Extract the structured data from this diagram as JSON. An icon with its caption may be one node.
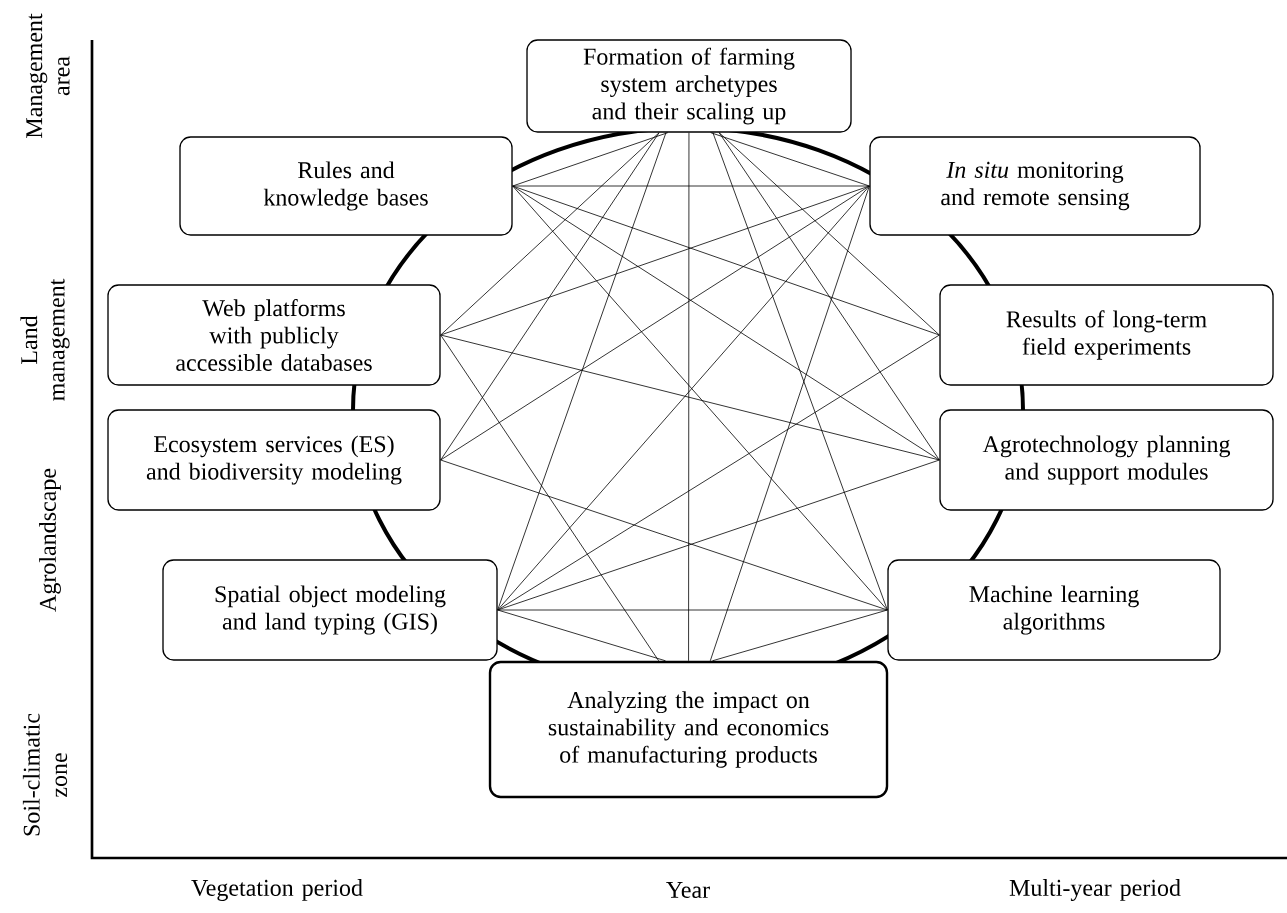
{
  "diagram": {
    "nodes": [
      {
        "text": [
          "Formation of farming system archetypes and their scaling up"
        ]
      },
      {
        "text": [
          "Rules and knowledge bases"
        ]
      },
      {
        "text": [
          "*In situ* monitoring and remote sensing"
        ]
      },
      {
        "text": [
          "Web platforms with publicly accessible databases"
        ]
      },
      {
        "text": [
          "Results of long-term field experiments"
        ]
      },
      {
        "text": [
          "Ecosystem services (ES) and biodiversity modeling"
        ]
      },
      {
        "text": [
          "Agrotechnology planning and support modules"
        ]
      },
      {
        "text": [
          "Spatial object modeling and land typing (GIS)"
        ]
      },
      {
        "text": [
          "Machine learning algorithms"
        ]
      },
      {
        "text": [
          "Analyzing the impact on sustainability and economics of manufacturing products"
        ]
      }
    ],
    "edges": [
      {
        "from": 0,
        "to": 1,
        "arrow": "none"
      },
      {
        "from": 0,
        "to": 2,
        "arrow": "none"
      },
      {
        "from": 0,
        "to": 3,
        "arrow": "none"
      },
      {
        "from": 0,
        "to": 4,
        "arrow": "none"
      },
      {
        "from": 0,
        "to": 5,
        "arrow": "none"
      },
      {
        "from": 0,
        "to": 6,
        "arrow": "none"
      },
      {
        "from": 0,
        "to": 7,
        "arrow": "none"
      },
      {
        "from": 0,
        "to": 8,
        "arrow": "none"
      },
      {
        "from": 0,
        "to": 9,
        "arrow": "none"
      },
      {
        "from": 1,
        "to": 2,
        "arrow": "none"
      },
      {
        "from": 1,
        "to": 4,
        "arrow": "none"
      },
      {
        "from": 1,
        "to": 6,
        "arrow": "none"
      },
      {
        "from": 1,
        "to": 8,
        "arrow": "none"
      },
      {
        "from": 2,
        "to": 3,
        "arrow": "none"
      },
      {
        "from": 2,
        "to": 5,
        "arrow": "none"
      },
      {
        "from": 2,
        "to": 7,
        "arrow": "none"
      },
      {
        "from": 2,
        "to": 9,
        "arrow": "none"
      },
      {
        "from": 3,
        "to": 6,
        "arrow": "none"
      },
      {
        "from": 3,
        "to": 9,
        "arrow": "none"
      },
      {
        "from": 4,
        "to": 7,
        "arrow": "none"
      },
      {
        "from": 5,
        "to": 8,
        "arrow": "none"
      },
      {
        "from": 6,
        "to": 7,
        "arrow": "none"
      },
      {
        "from": 7,
        "to": 8,
        "arrow": "none"
      },
      {
        "from": 7,
        "to": 9,
        "arrow": "none"
      },
      {
        "from": 8,
        "to": 9,
        "arrow": "none"
      }
    ],
    "labels": [
      "Management area",
      "Land management",
      "Agrolandscape",
      "Soil-climatic zone",
      "Vegetation period",
      "Year",
      "Multi-year period"
    ]
  }
}
